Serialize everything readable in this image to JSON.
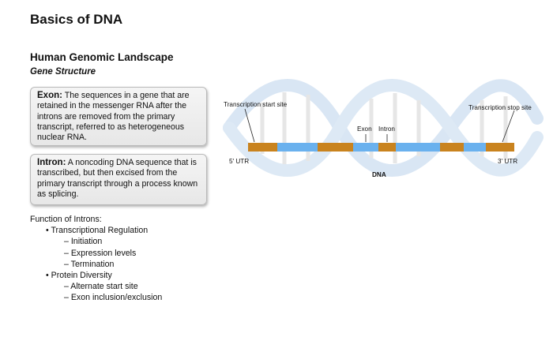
{
  "slide": {
    "title": "Basics of DNA",
    "section_title": "Human Genomic Landscape",
    "subsection_title": "Gene Structure"
  },
  "definitions": {
    "exon": {
      "term": "Exon:",
      "text": "The sequences in a gene that are retained in the messenger RNA after the introns are removed from the primary transcript, referred to as heterogeneous nuclear RNA."
    },
    "intron": {
      "term": "Intron:",
      "text": "A noncoding DNA sequence that is transcribed, but then excised from the primary transcript through a process known as splicing."
    }
  },
  "functions": {
    "heading": "Function of Introns:",
    "groups": [
      {
        "bullet": "•",
        "label": "Transcriptional Regulation",
        "items": [
          "Initiation",
          "Expression levels",
          "Termination"
        ]
      },
      {
        "bullet": "•",
        "label": "Protein Diversity",
        "items": [
          "Alternate start site",
          "Exon inclusion/exclusion"
        ]
      }
    ],
    "sub_bullet": "–"
  },
  "diagram": {
    "labels": {
      "transcription_start": "Transcription start site",
      "transcription_stop": "Transcription stop site",
      "exon": "Exon",
      "intron": "Intron",
      "utr5": "5' UTR",
      "utr3": "3' UTR",
      "dna": "DNA"
    },
    "segments": [
      "intron",
      "exon",
      "intron",
      "exon",
      "intron",
      "exon",
      "intron",
      "exon",
      "intron"
    ],
    "colors": {
      "intron": "#c9831e",
      "exon": "#6ab1ee",
      "helix_strand": "#d9e6f4",
      "helix_rung": "#e6e6e6"
    }
  }
}
